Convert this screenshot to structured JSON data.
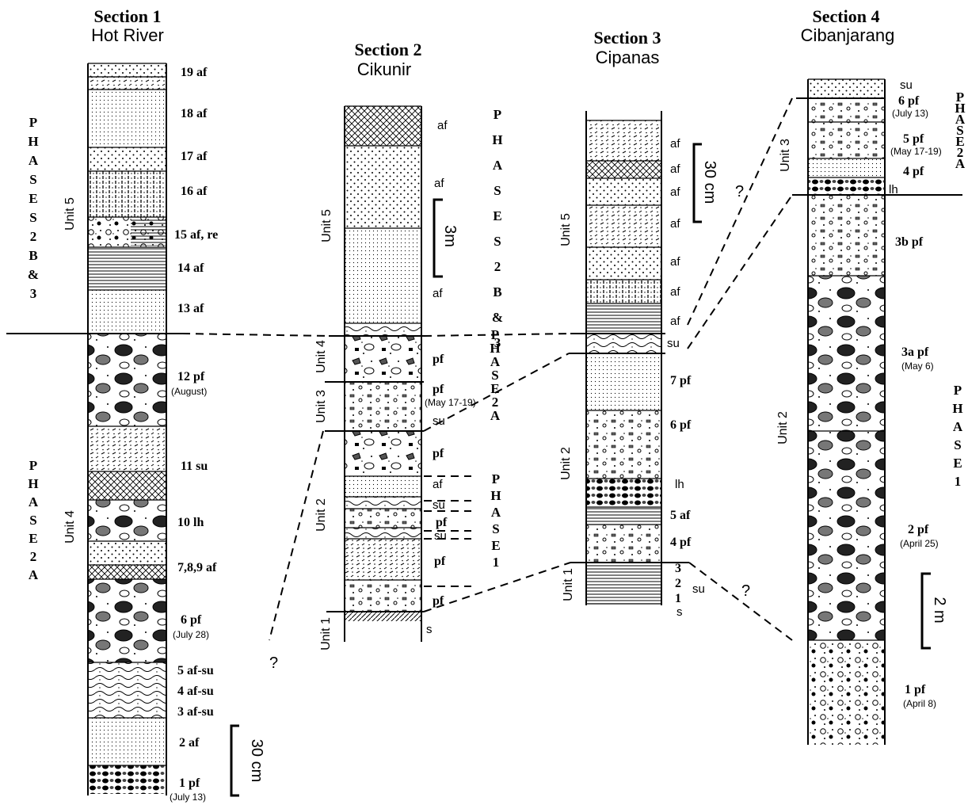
{
  "sections": [
    {
      "title": "Section 1",
      "name": "Hot River"
    },
    {
      "title": "Section 2",
      "name": "Cikunir"
    },
    {
      "title": "Section 3",
      "name": "Cipanas"
    },
    {
      "title": "Section 4",
      "name": "Cibanjarang"
    }
  ],
  "s1": {
    "layers": [
      "19 af",
      "18 af",
      "17 af",
      "16 af",
      "15 af, re",
      "14 af",
      "13 af",
      "12 pf",
      "11 su",
      "10 lh",
      "7,8,9 af",
      "6 pf",
      "5 af-su",
      "4 af-su",
      "3 af-su",
      "2 af",
      "1 pf"
    ],
    "dates": [
      "(August)",
      "(July 28)",
      "(July 13)"
    ],
    "units": [
      "Unit 5",
      "Unit 4"
    ],
    "scale": "30 cm"
  },
  "s2": {
    "labels": [
      "af",
      "af",
      "af",
      "pf",
      "pf",
      "su",
      "pf",
      "af",
      "su",
      "pf",
      "su",
      "pf",
      "pf",
      "s"
    ],
    "date": "(May 17-19)",
    "units": [
      "Unit 5",
      "Unit 4",
      "Unit 3",
      "Unit 2",
      "Unit 1"
    ],
    "scale": "3m"
  },
  "s3": {
    "labels": [
      "af",
      "af",
      "af",
      "af",
      "af",
      "af",
      "af",
      "su",
      "7 pf",
      "6 pf",
      "lh",
      "5 af",
      "4 pf",
      "3",
      "2",
      "1",
      "su",
      "s"
    ],
    "units": [
      "Unit 5",
      "Unit 2",
      "Unit 1"
    ],
    "scale": "30 cm"
  },
  "s4": {
    "labels": [
      "su",
      "6 pf",
      "5 pf",
      "4 pf",
      "lh",
      "3b pf",
      "3a pf",
      "2 pf",
      "1 pf"
    ],
    "dates": [
      "(July 13)",
      "(May 17-19)",
      "(May 6)",
      "(April 25)",
      "(April 8)"
    ],
    "units": [
      "Unit 3",
      "Unit 2"
    ],
    "scale": "2 m"
  },
  "phases": {
    "p1a": "P H A S E S 2 B & 3",
    "p1b": "P H A S E 2 A",
    "p2a": "P H A S E S 2 B & 3",
    "p2b": "P H A S E 2 A",
    "p2c": "P H A S E 1",
    "p4a": "P H A S E 2 A",
    "p4b": "P H A S E 1"
  },
  "question_marks": [
    "?",
    "?",
    "?"
  ]
}
